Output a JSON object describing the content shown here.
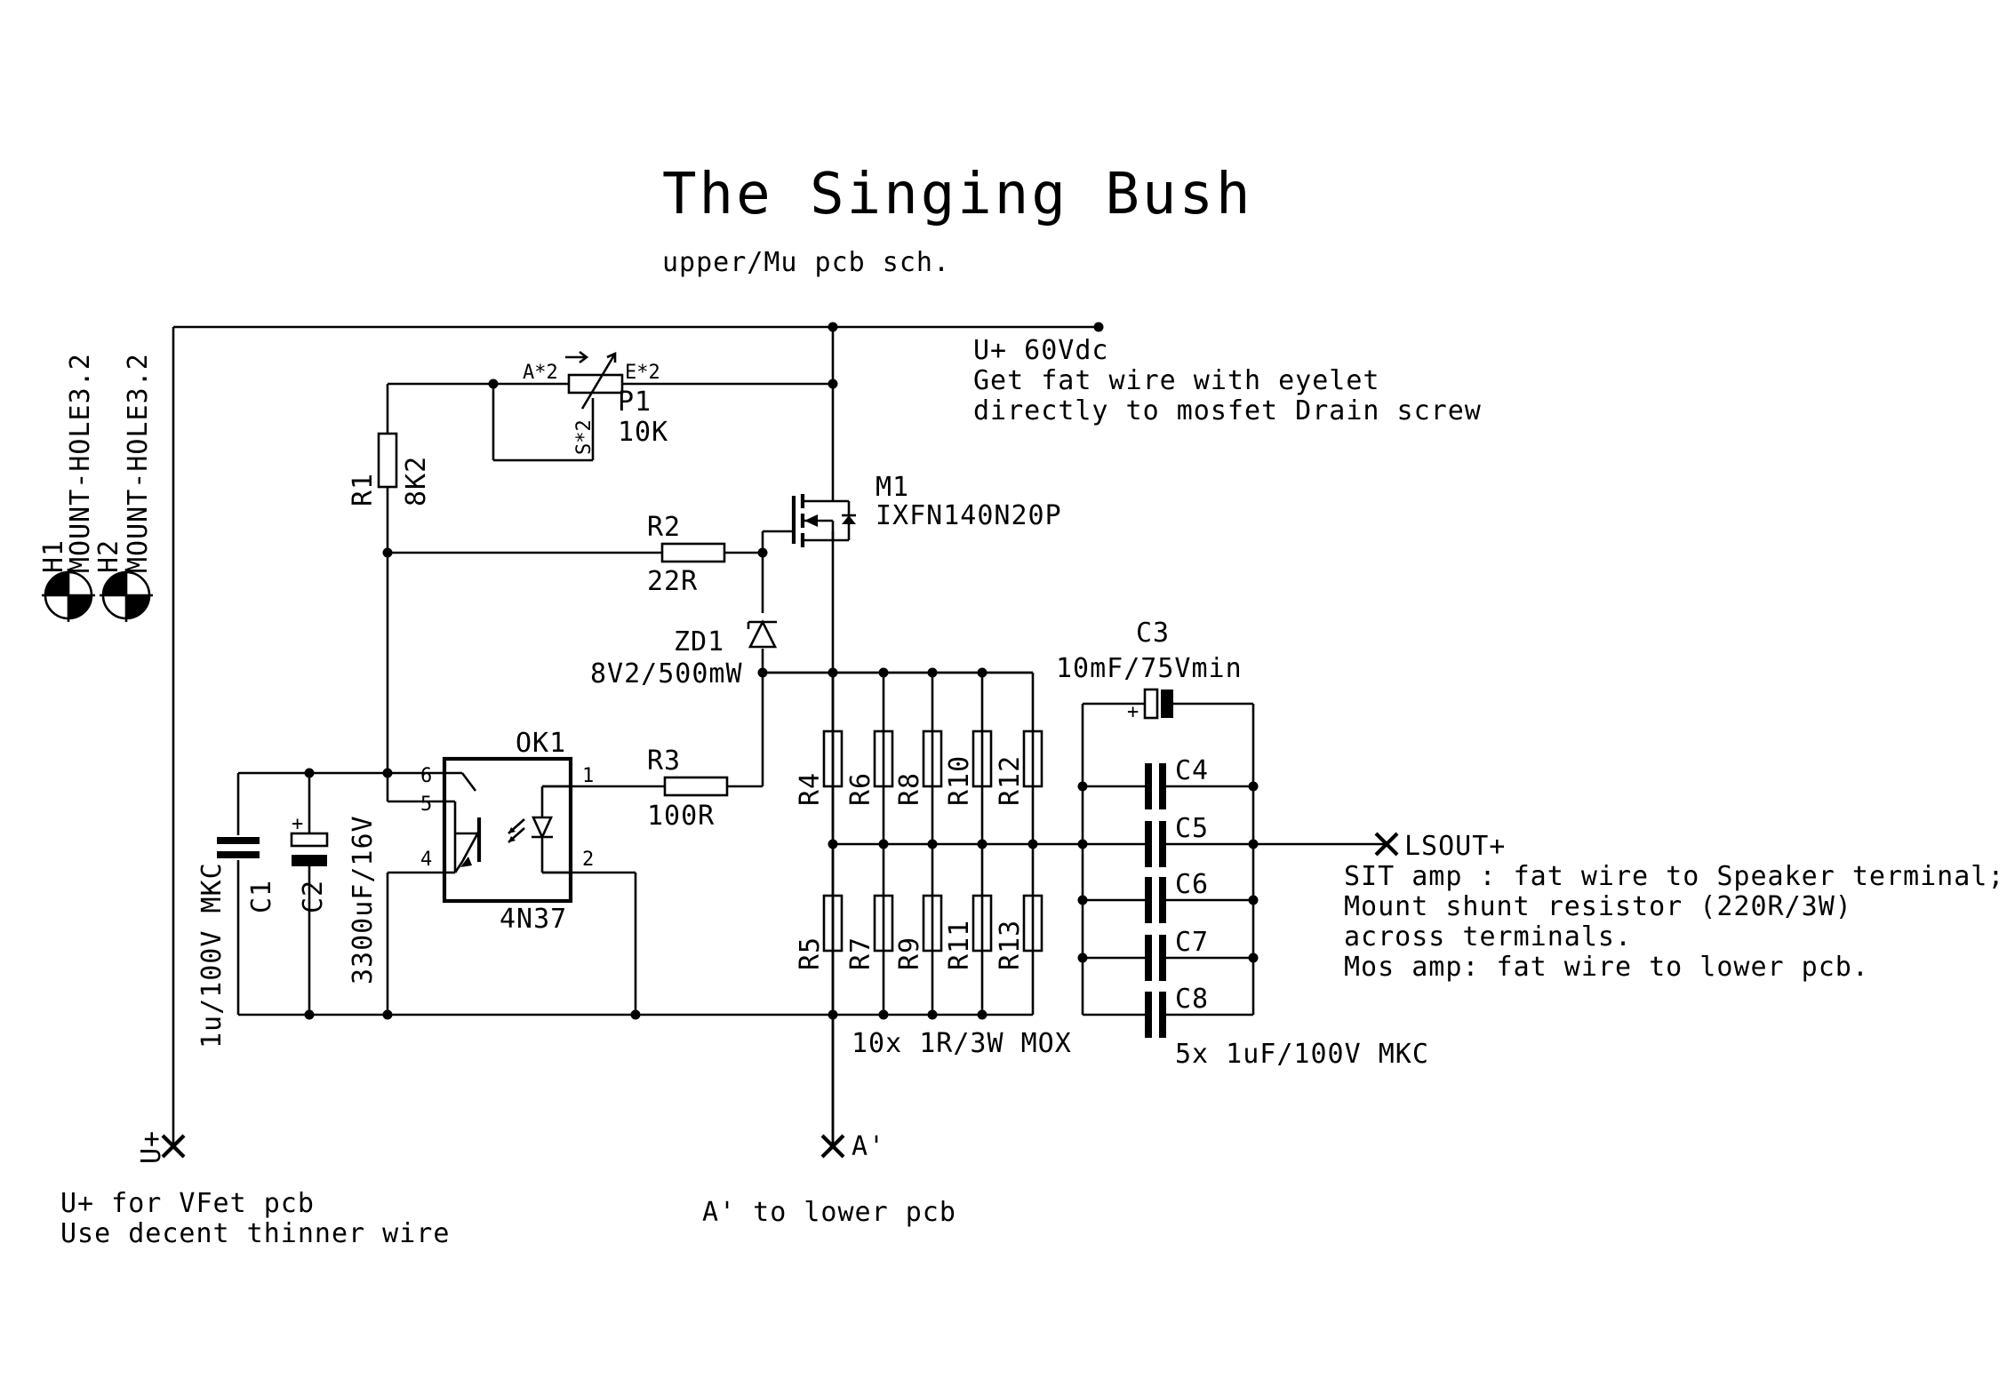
{
  "title": "The Singing Bush",
  "subtitle": "upper/Mu pcb sch.",
  "mount_holes": [
    {
      "ref": "H1",
      "value": "MOUNT-HOLE3.2"
    },
    {
      "ref": "H2",
      "value": "MOUNT-HOLE3.2"
    }
  ],
  "supply_note": [
    "U+ 60Vdc",
    "Get fat wire with eyelet",
    "directly to mosfet Drain screw"
  ],
  "components": {
    "R1": {
      "ref": "R1",
      "value": "8K2"
    },
    "R2": {
      "ref": "R2",
      "value": "22R"
    },
    "R3": {
      "ref": "R3",
      "value": "100R"
    },
    "P1": {
      "ref": "P1",
      "value": "10K",
      "pin_a": "A*2",
      "pin_e": "E*2",
      "pin_s": "S*2"
    },
    "M1": {
      "ref": "M1",
      "value": "IXFN140N20P"
    },
    "ZD1": {
      "ref": "ZD1",
      "value": "8V2/500mW"
    },
    "OK1": {
      "ref": "OK1",
      "value": "4N37",
      "pins": [
        "6",
        "5",
        "4",
        "1",
        "2"
      ]
    },
    "C1": {
      "ref": "C1",
      "value": "1u/100V MKC"
    },
    "C2": {
      "ref": "C2",
      "value": "3300uF/16V"
    },
    "C3": {
      "ref": "C3",
      "value": "10mF/75Vmin"
    }
  },
  "resistor_bank": {
    "upper": [
      "R4",
      "R6",
      "R8",
      "R10",
      "R12"
    ],
    "lower": [
      "R5",
      "R7",
      "R9",
      "R11",
      "R13"
    ],
    "value": "10x 1R/3W MOX"
  },
  "cap_bank": {
    "refs": [
      "C4",
      "C5",
      "C6",
      "C7",
      "C8"
    ],
    "value": "5x 1uF/100V MKC"
  },
  "terminals": {
    "u_plus": "U+",
    "a_prime": "A'",
    "lsout": "LSOUT+"
  },
  "notes": {
    "u_plus": [
      "U+ for VFet pcb",
      "Use decent thinner wire"
    ],
    "a_prime": "A' to lower pcb",
    "lsout": [
      "SIT amp : fat wire to Speaker terminal;",
      "Mount shunt resistor (220R/3W)",
      "across terminals.",
      "Mos amp: fat wire to lower pcb."
    ]
  },
  "colors": {
    "ink": "#000000",
    "paper": "#ffffff"
  }
}
